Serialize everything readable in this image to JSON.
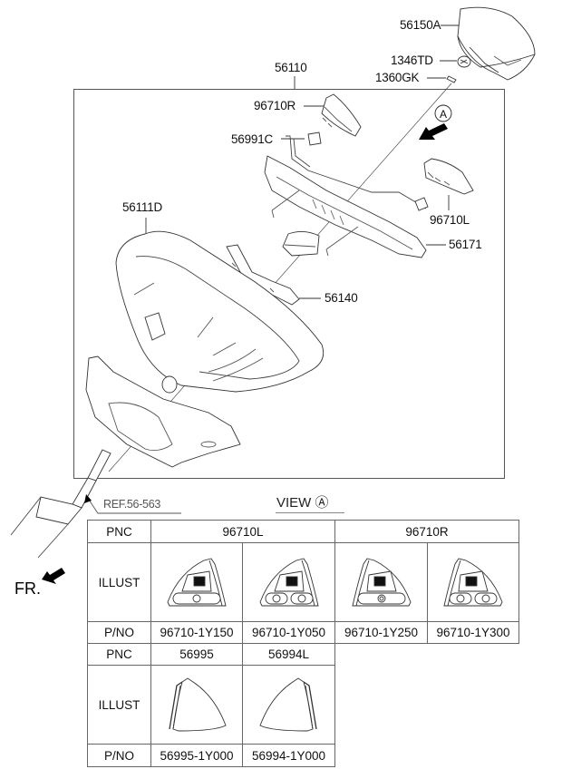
{
  "diagram": {
    "title": "Steering Wheel Assembly",
    "callouts": {
      "p56150A": "56150A",
      "p1346TD": "1346TD",
      "p1360GK": "1360GK",
      "p56110": "56110",
      "p96710R": "96710R",
      "p56991C": "56991C",
      "p96710L": "96710L",
      "p56111D": "56111D",
      "p56171": "56171",
      "p56140": "56140"
    },
    "view_marker": "A",
    "reference": "REF.56-563",
    "view_label": "VIEW Ⓐ",
    "front_label": "FR."
  },
  "table1": {
    "row_labels": {
      "pnc": "PNC",
      "illust": "ILLUST",
      "pno": "P/NO"
    },
    "groups": [
      {
        "pnc": "96710L",
        "parts": [
          {
            "pno": "96710-1Y150",
            "buttons": "mute"
          },
          {
            "pno": "96710-1Y050",
            "buttons": "dual"
          }
        ]
      },
      {
        "pnc": "96710R",
        "parts": [
          {
            "pno": "96710-1Y250",
            "buttons": "single"
          },
          {
            "pno": "96710-1Y300",
            "buttons": "dual"
          }
        ]
      }
    ]
  },
  "table2": {
    "row_labels": {
      "pnc": "PNC",
      "illust": "ILLUST",
      "pno": "P/NO"
    },
    "parts": [
      {
        "pnc": "56995",
        "pno": "56995-1Y000",
        "side": "left"
      },
      {
        "pnc": "56994L",
        "pno": "56994-1Y000",
        "side": "right"
      }
    ]
  }
}
